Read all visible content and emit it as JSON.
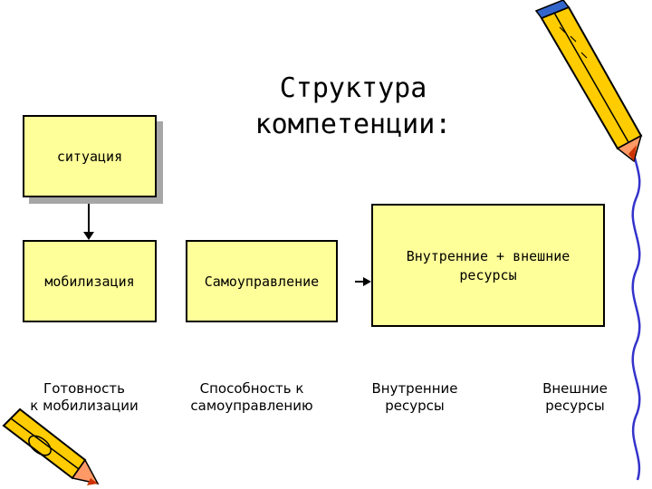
{
  "title": {
    "line1": "Структура",
    "line2": "компетенции:"
  },
  "boxes": {
    "situation": "ситуация",
    "mobilization": "мобилизация",
    "self_management": "Самоуправление",
    "resources": "Внутренние + внешние ресурсы"
  },
  "bottom_labels": {
    "readiness": [
      "Готовность",
      "к мобилизации"
    ],
    "ability": [
      "Способность к",
      "самоуправлению"
    ],
    "internal": [
      "Внутренние",
      "ресурсы"
    ],
    "external": [
      "Внешние",
      "ресурсы"
    ]
  },
  "colors": {
    "box_fill": "#ffff99",
    "shadow": "#a6a6a6",
    "pencil_body": "#ffcc00",
    "pencil_tip": "#ff3300",
    "squiggle": "#3333cc"
  },
  "decorations": [
    "pencil-icon",
    "squiggle-line"
  ]
}
